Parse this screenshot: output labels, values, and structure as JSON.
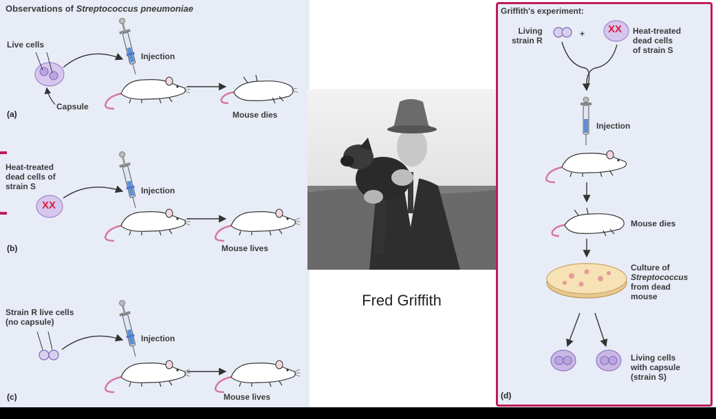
{
  "left": {
    "title_plain": "Observations of ",
    "title_italic": "Streptococcus pneumoniae",
    "a": {
      "letter": "(a)",
      "label_cells": "Live cells",
      "label_capsule": "Capsule",
      "label_injection": "Injection",
      "label_outcome": "Mouse dies"
    },
    "b": {
      "letter": "(b)",
      "label_cells": "Heat-treated\ndead cells of\nstrain S",
      "label_injection": "Injection",
      "label_outcome": "Mouse lives"
    },
    "c": {
      "letter": "(c)",
      "label_cells": "Strain R live cells\n(no capsule)",
      "label_injection": "Injection",
      "label_outcome": "Mouse lives"
    }
  },
  "photo": {
    "caption": "Fred Griffith"
  },
  "right": {
    "title": "Griffith's experiment:",
    "letter": "(d)",
    "label_living_r": "Living\nstrain R",
    "label_plus": "+",
    "label_heat": "Heat-treated\ndead cells\nof strain S",
    "label_injection": "Injection",
    "label_outcome": "Mouse dies",
    "label_culture_1": "Culture of",
    "label_culture_2": "Streptococcus",
    "label_culture_3": "from dead\nmouse",
    "label_result": "Living cells\nwith capsule\n(strain S)"
  },
  "glyphs": {
    "xx": "XX"
  },
  "colors": {
    "panel_bg": "#e8ecf6",
    "accent": "#c2185b",
    "cell_fill": "#c9b8e6",
    "mouse_fill": "#ffffff"
  }
}
